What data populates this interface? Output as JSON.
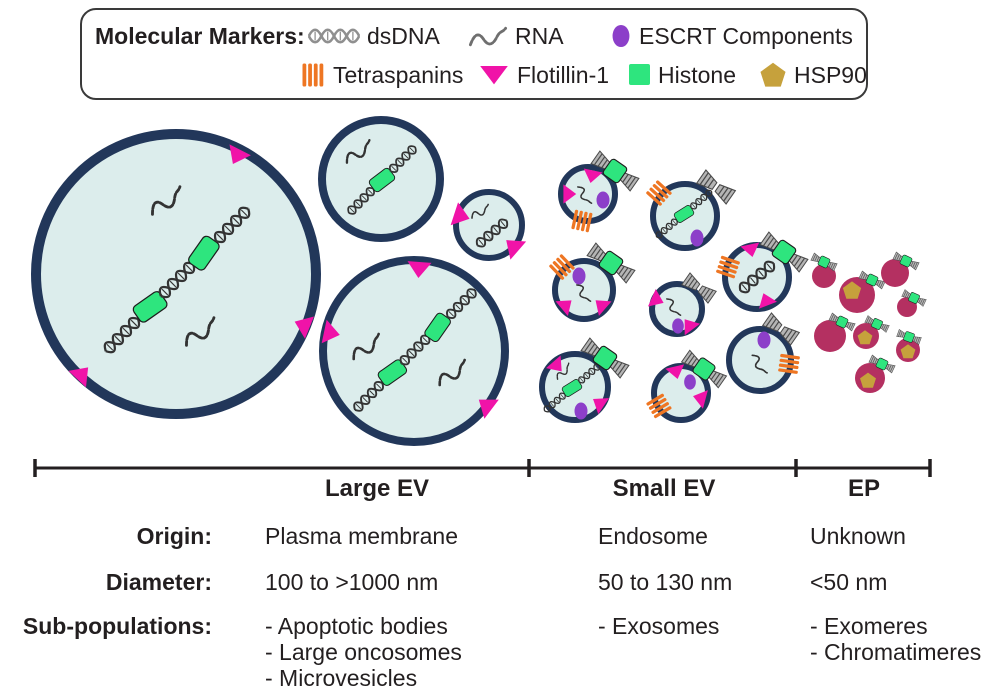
{
  "legend": {
    "title": "Molecular Markers:",
    "items": [
      {
        "label": "dsDNA",
        "icon": "dsdna-icon"
      },
      {
        "label": "RNA",
        "icon": "rna-icon"
      },
      {
        "label": "ESCRT Components",
        "icon": "escrt-icon"
      },
      {
        "label": "Tetraspanins",
        "icon": "tetraspanin-icon"
      },
      {
        "label": "Flotillin-1",
        "icon": "flotillin-icon"
      },
      {
        "label": "Histone",
        "icon": "histone-icon"
      },
      {
        "label": "HSP90",
        "icon": "hsp90-icon"
      }
    ]
  },
  "axis": {
    "segments": [
      {
        "label": "Large EV"
      },
      {
        "label": "Small EV"
      },
      {
        "label": "EP"
      }
    ]
  },
  "table": {
    "rows": [
      {
        "label": "Origin:",
        "large_ev": "Plasma membrane",
        "small_ev": "Endosome",
        "ep": "Unknown"
      },
      {
        "label": "Diameter:",
        "large_ev": "100 to >1000 nm",
        "small_ev": "50 to 130 nm",
        "ep": "<50 nm"
      },
      {
        "label": "Sub-populations:",
        "large_ev": [
          "- Apoptotic bodies",
          "- Large oncosomes",
          "- Microvesicles"
        ],
        "small_ev": [
          "- Exosomes"
        ],
        "ep": [
          "- Exomeres",
          "- Chromatimeres"
        ]
      }
    ]
  },
  "colors": {
    "navy": "#22375a",
    "membrane_fill": "#dcedec",
    "magenta": "#f013a8",
    "orange": "#ee7623",
    "green": "#2ee57e",
    "purple": "#8c3fc9",
    "gold": "#c6a13c",
    "crimson": "#b43061",
    "text": "#231f20"
  }
}
